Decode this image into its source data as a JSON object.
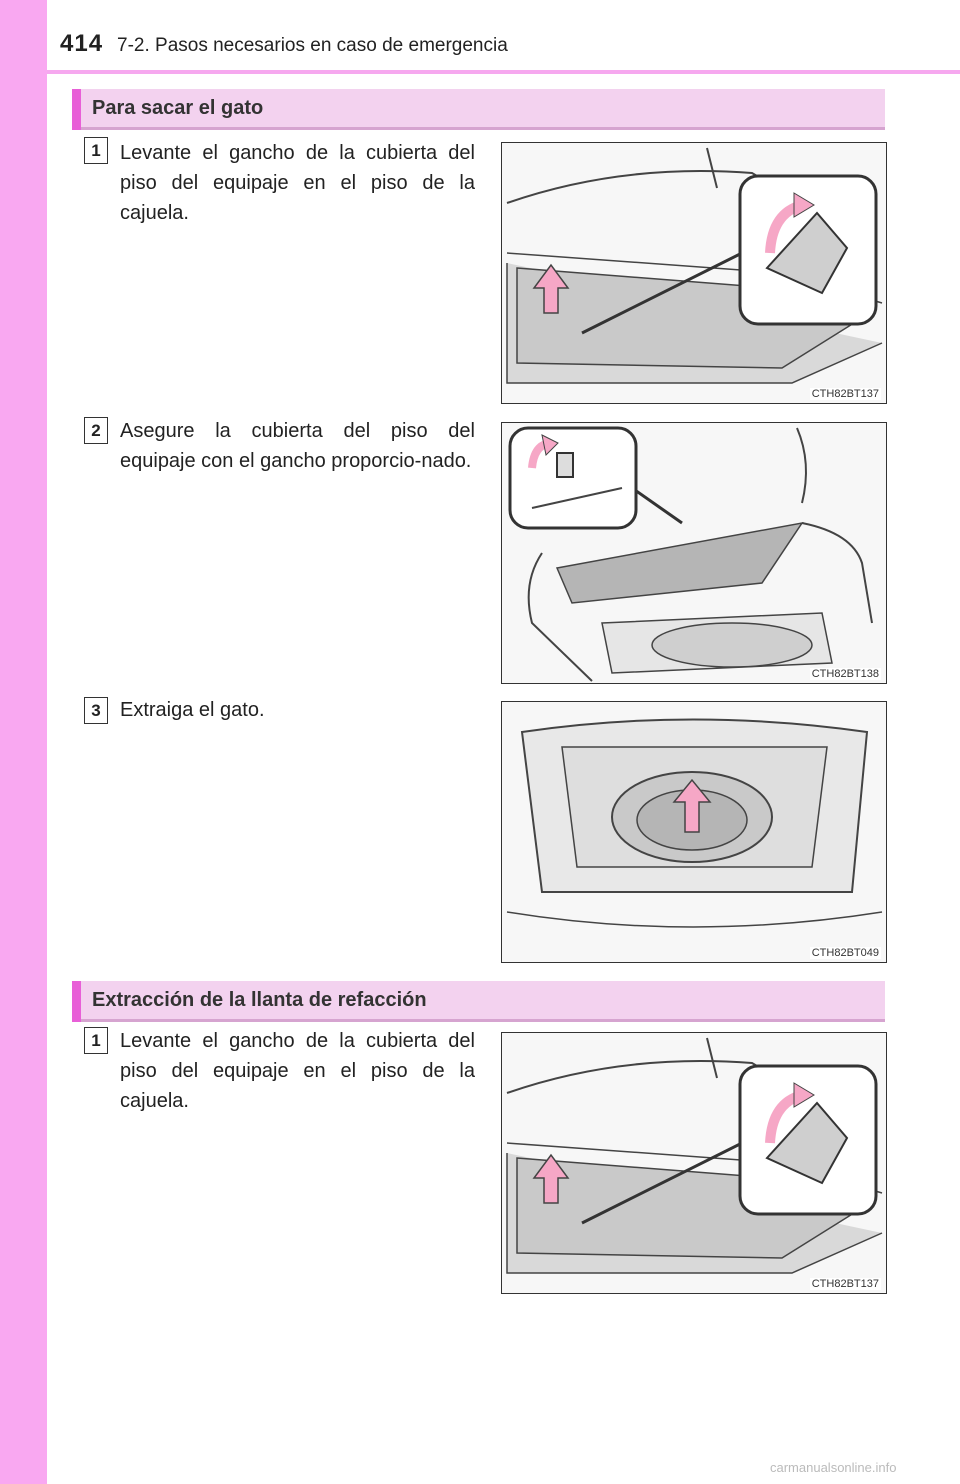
{
  "header": {
    "page_number": "414",
    "chapter_title": "7-2. Pasos necesarios en caso de emergencia"
  },
  "sections": [
    {
      "title": "Para sacar el gato",
      "steps": [
        {
          "number": "1",
          "text": "Levante el gancho de la cubierta del piso del equipaje en el piso de la cajuela.",
          "figure_code": "CTH82BT137"
        },
        {
          "number": "2",
          "text": "Asegure la cubierta del piso del equipaje con el gancho proporcio-nado.",
          "figure_code": "CTH82BT138"
        },
        {
          "number": "3",
          "text": "Extraiga el gato.",
          "figure_code": "CTH82BT049"
        }
      ]
    },
    {
      "title": "Extracción de la llanta de refacción",
      "steps": [
        {
          "number": "1",
          "text": "Levante el gancho de la cubierta del piso del equipaje en el piso de la cajuela.",
          "figure_code": "CTH82BT137"
        }
      ]
    }
  ],
  "watermark": "carmanualsonline.info",
  "colors": {
    "side_band": "#f9a8f1",
    "section_bar": "#e85fd7",
    "section_bg": "#f3d2ef",
    "arrow_fill": "#f6a7c6"
  }
}
